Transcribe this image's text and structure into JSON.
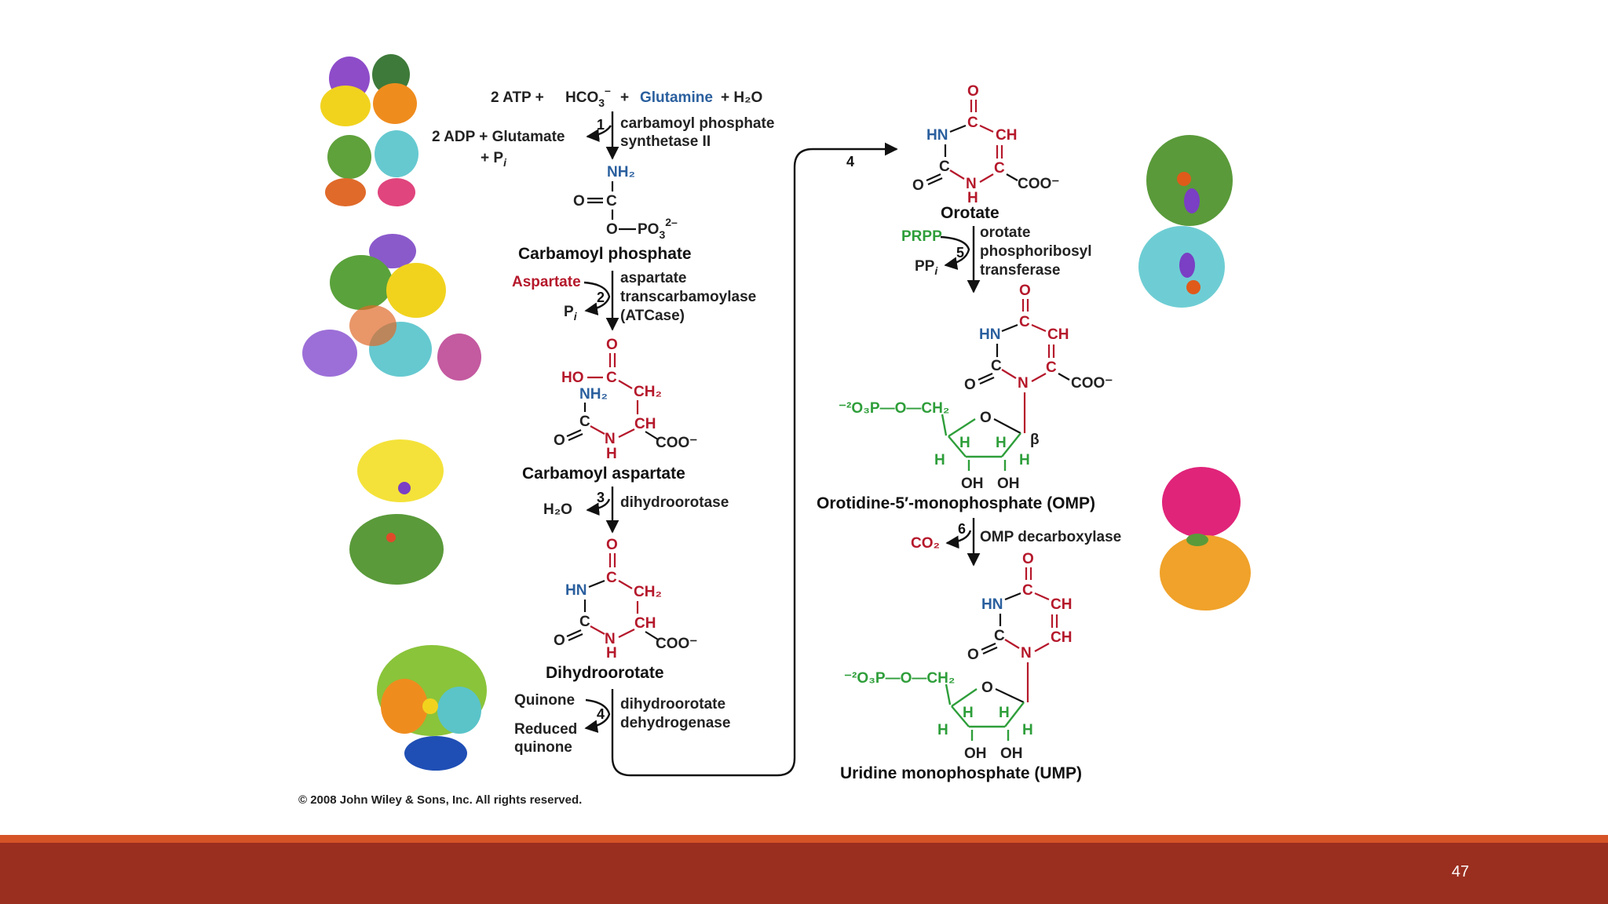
{
  "page_number": "47",
  "copyright": "© 2008 John Wiley & Sons, Inc. All rights reserved.",
  "colors": {
    "footer_bar": "#9a2e1f",
    "footer_strip": "#d55327",
    "red_atoms": "#b5182b",
    "blue_atoms": "#2a5f9e",
    "green_atoms": "#2e9e3a"
  },
  "step1": {
    "reactants": {
      "atp": "2 ATP  +",
      "hco3": "HCO",
      "hco3_sub": "3",
      "hco3_sup": "–",
      "plus": "+",
      "glutamine": "Glutamine",
      "h2o": "+  H₂O"
    },
    "products": {
      "adp_glutamate": "2 ADP + Glutamate",
      "pi": "+ P",
      "pi_sub": "i"
    },
    "number": "1",
    "enzyme_line1": "carbamoyl phosphate",
    "enzyme_line2": "synthetase II"
  },
  "carbamoyl_phosphate": {
    "nh2": "NH₂",
    "o": "O",
    "c": "C",
    "o2": "O",
    "po3": "PO",
    "po3_sub": "3",
    "po3_sup": "2–",
    "name": "Carbamoyl phosphate"
  },
  "step2": {
    "aspartate": "Aspartate",
    "pi": "P",
    "pi_sub": "i",
    "number": "2",
    "enzyme_line1": "aspartate",
    "enzyme_line2": "transcarbamoylase",
    "enzyme_line3": "(ATCase)"
  },
  "carbamoyl_aspartate": {
    "ho": "HO",
    "nh2": "NH₂",
    "ch2": "CH₂",
    "ch": "CH",
    "o": "O",
    "n": "N",
    "h": "H",
    "coo": "COO⁻",
    "c": "C",
    "name": "Carbamoyl aspartate"
  },
  "step3": {
    "h2o": "H₂O",
    "number": "3",
    "enzyme": "dihydroorotase"
  },
  "dihydroorotate": {
    "hn": "HN",
    "ch2": "CH₂",
    "ch": "CH",
    "o": "O",
    "n": "N",
    "h": "H",
    "coo": "COO⁻",
    "c": "C",
    "name": "Dihydroorotate"
  },
  "step4": {
    "quinone": "Quinone",
    "reduced_line1": "Reduced",
    "reduced_line2": "quinone",
    "number": "4",
    "enzyme_line1": "dihydroorotate",
    "enzyme_line2": "dehydrogenase",
    "arrow_number": "4"
  },
  "orotate": {
    "hn": "HN",
    "ch": "CH",
    "o": "O",
    "n": "N",
    "h": "H",
    "c": "C",
    "coo": "COO⁻",
    "name": "Orotate"
  },
  "step5": {
    "prpp": "PRPP",
    "ppi": "PP",
    "ppi_sub": "i",
    "number": "5",
    "enzyme_line1": "orotate",
    "enzyme_line2": "phosphoribosyl",
    "enzyme_line3": "transferase"
  },
  "omp": {
    "phosphate": "⁻²O₃P—O—CH₂",
    "ring_o": "O",
    "h": "H",
    "oh": "OH",
    "beta": "β",
    "hn": "HN",
    "ch": "CH",
    "coo": "COO⁻",
    "c": "C",
    "n": "N",
    "o": "O",
    "name": "Orotidine-5′-monophosphate (OMP)"
  },
  "step6": {
    "co2": "CO₂",
    "number": "6",
    "enzyme": "OMP decarboxylase"
  },
  "ump": {
    "phosphate": "⁻²O₃P—O—CH₂",
    "ring_o": "O",
    "h": "H",
    "oh": "OH",
    "hn": "HN",
    "ch": "CH",
    "c": "C",
    "n": "N",
    "o": "O",
    "name": "Uridine monophosphate (UMP)"
  },
  "protein_images": [
    "carbamoyl-phosphate-synthetase",
    "aspartate-transcarbamoylase",
    "dihydroorotase",
    "dihydroorotate-dehydrogenase",
    "orotate-phosphoribosyltransferase",
    "omp-decarboxylase"
  ]
}
